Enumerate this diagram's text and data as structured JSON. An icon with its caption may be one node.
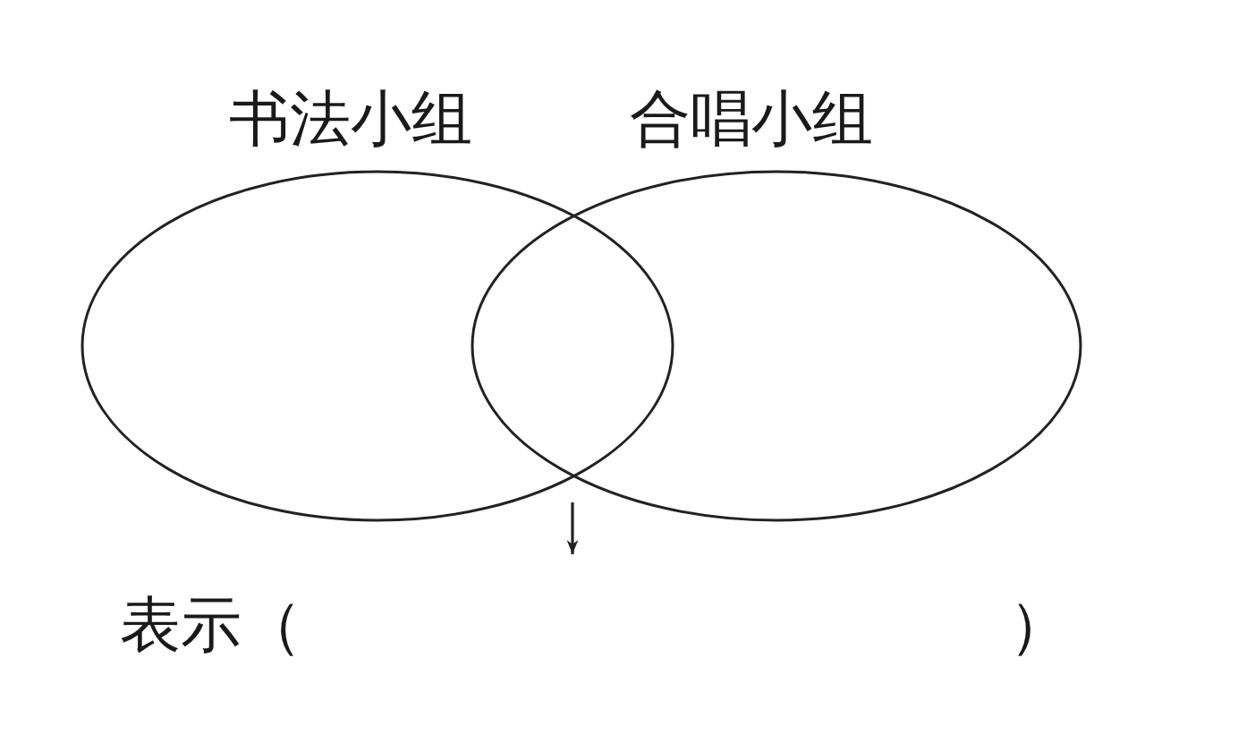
{
  "diagram": {
    "nodes": [
      {
        "text": [
          "书法小组"
        ]
      },
      {
        "text": [
          "合唱小组"
        ]
      },
      {
        "text": [
          "表示（",
          "）"
        ]
      }
    ],
    "edges": [
      {
        "from": null,
        "to": 2,
        "arrow": "to"
      }
    ]
  }
}
